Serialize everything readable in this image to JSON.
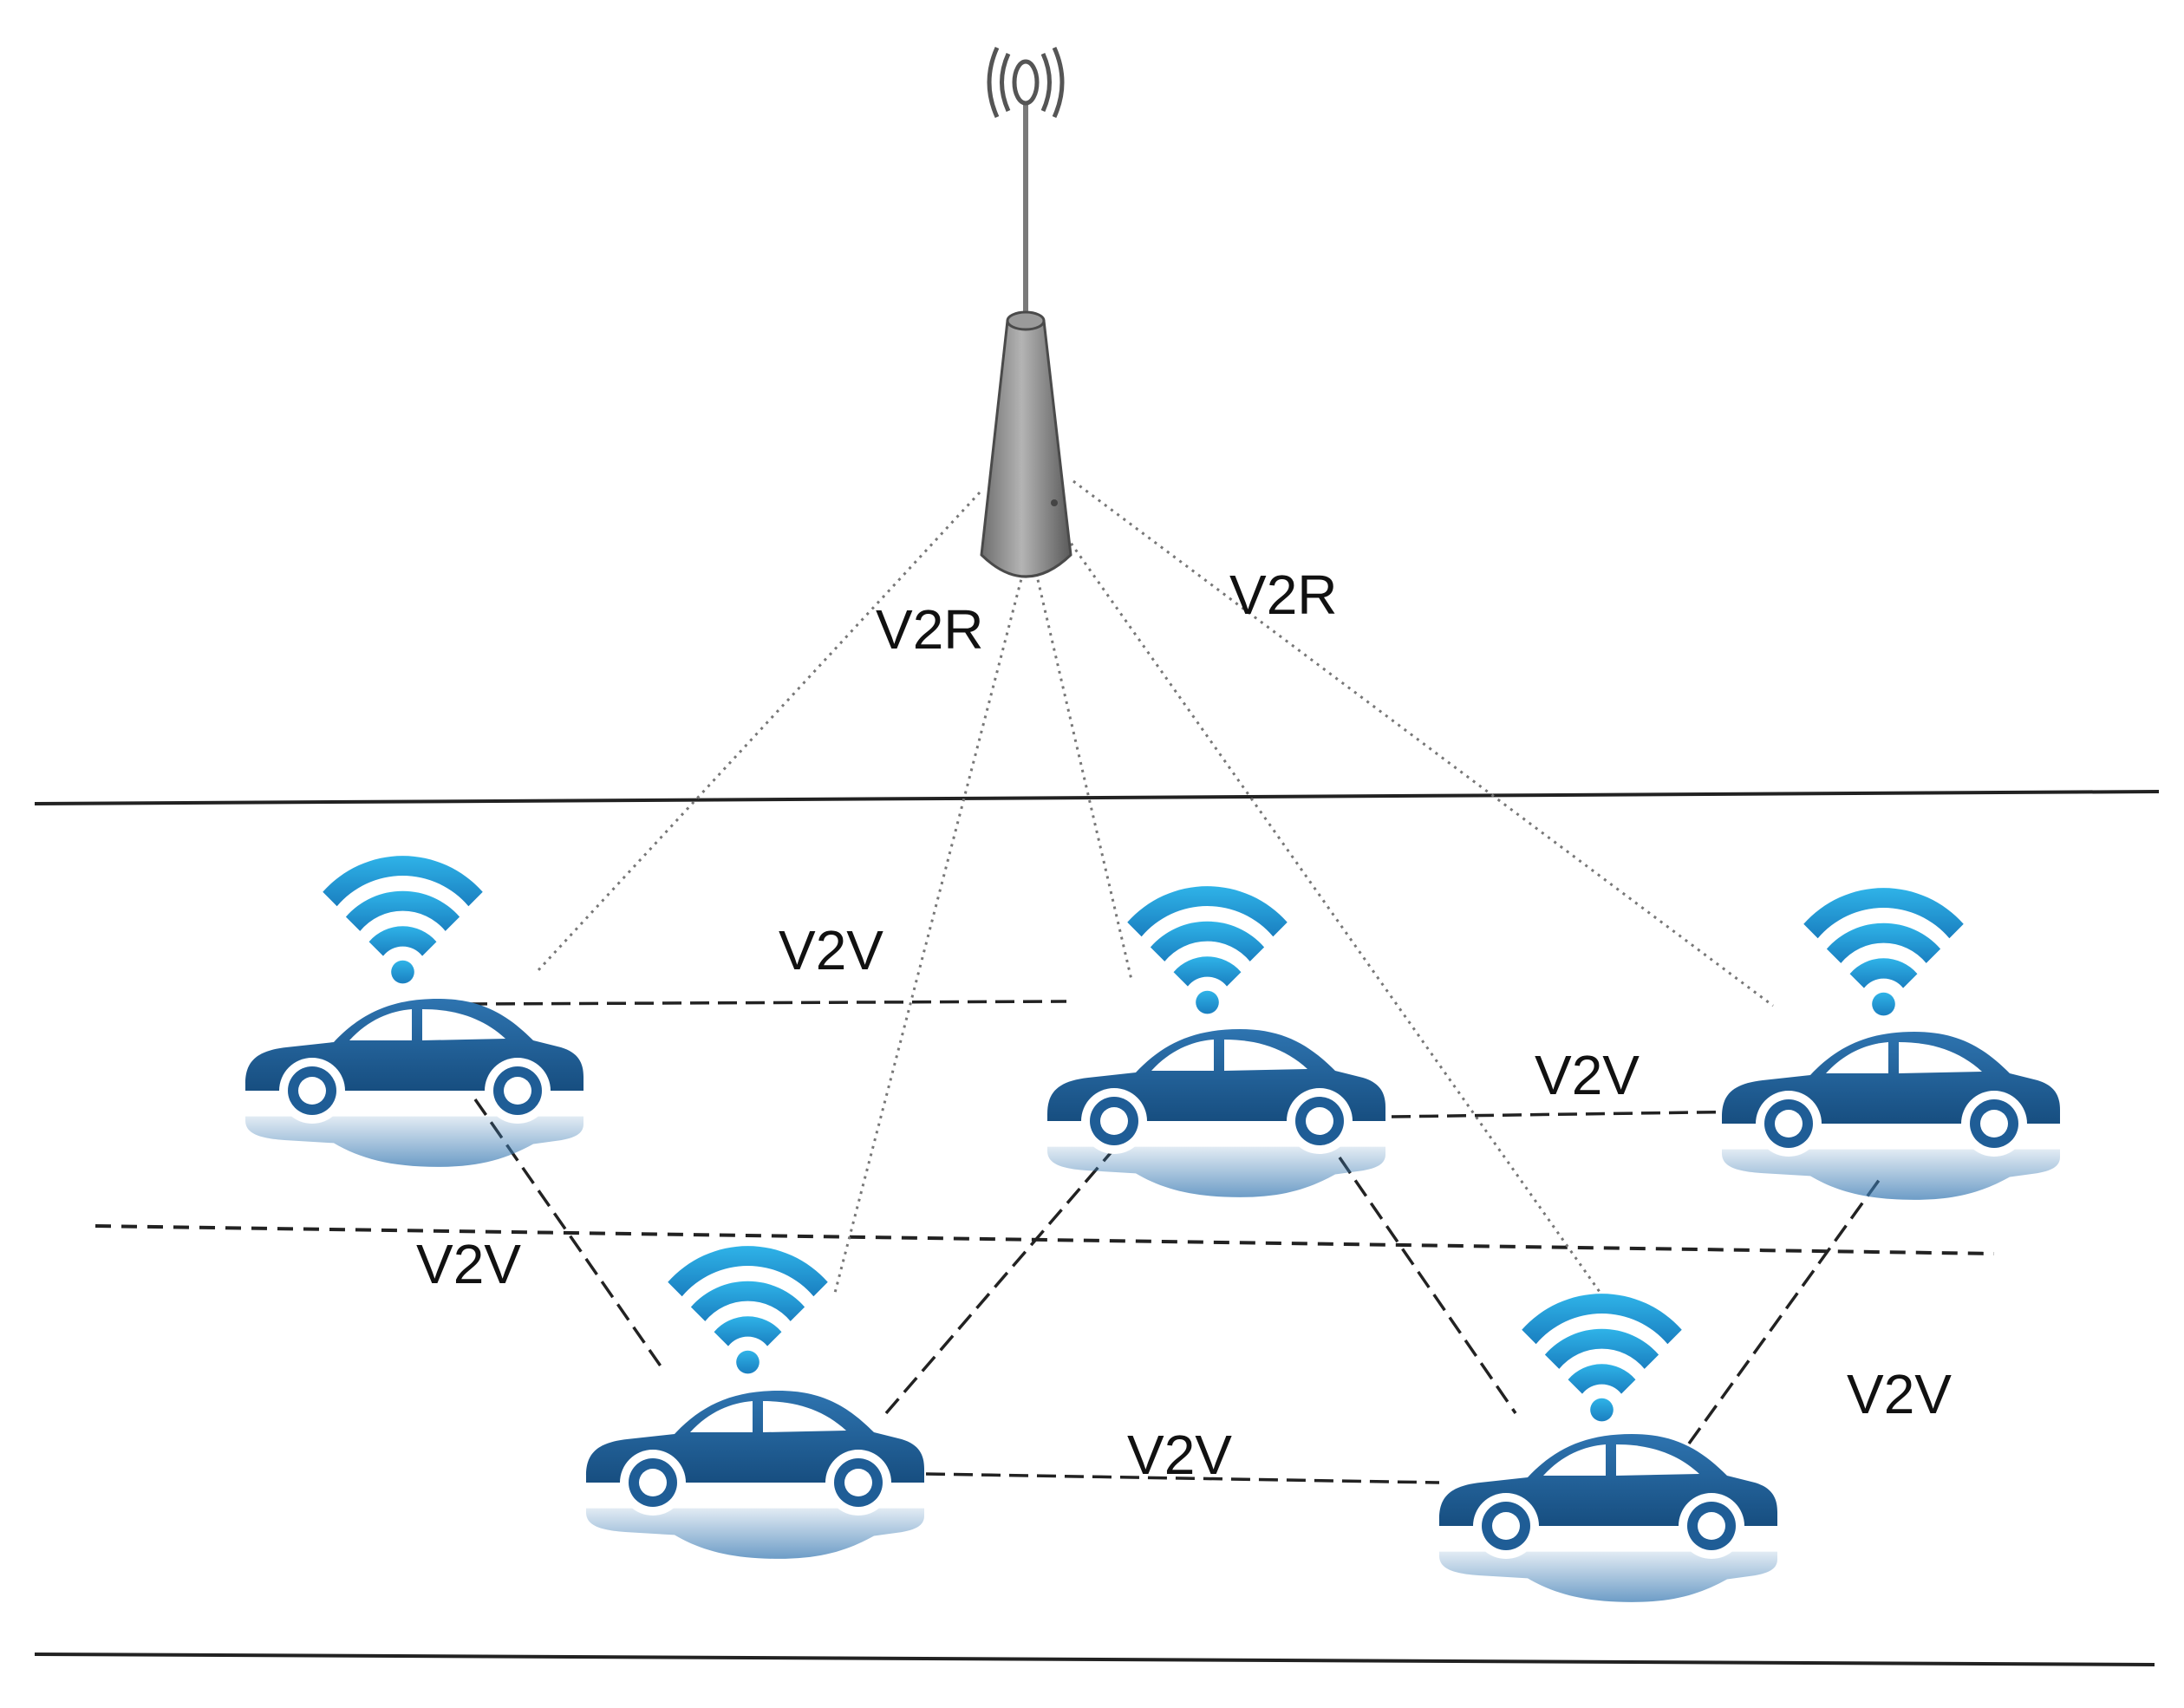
{
  "labels": {
    "v2r_left": "V2R",
    "v2r_right": "V2R",
    "v2v_top": "V2V",
    "v2v_mid_right": "V2V",
    "v2v_left": "V2V",
    "v2v_bottom": "V2V",
    "v2v_far_right": "V2V"
  },
  "colors": {
    "car_body": "#1f5d96",
    "wifi_signal": "#2a9fd8",
    "tower": "#8a8a8a",
    "road_line": "#222222"
  },
  "icons": {
    "tower": "radio-tower-icon",
    "vehicle": "car-icon",
    "signal": "wifi-signal-icon"
  }
}
